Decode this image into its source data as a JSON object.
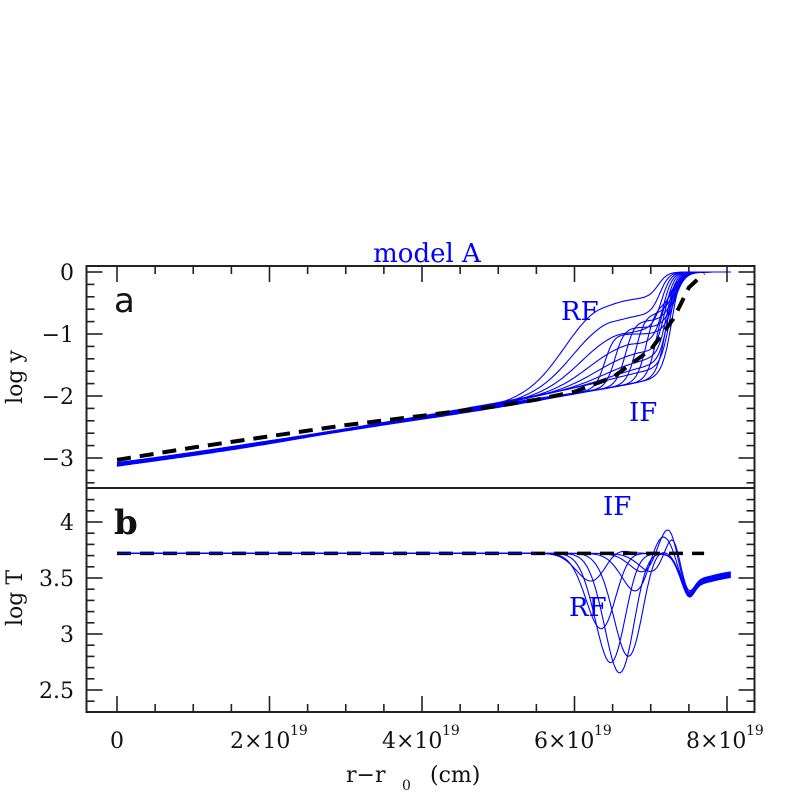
{
  "chart_data": [
    {
      "panel": "a",
      "type": "line",
      "title": "model A",
      "xlabel": "r-r0 (cm)",
      "ylabel": "log y",
      "panel_label": "a",
      "xlim": [
        -2e+18,
        8.4e+19
      ],
      "ylim": [
        -3.55,
        0.05
      ],
      "xticks": [
        0,
        2e+19,
        4e+19,
        6e+19,
        8e+19
      ],
      "xtick_labels": [
        "0",
        "2×10^19",
        "4×10^19",
        "6×10^19",
        "8×10^19"
      ],
      "yticks": [
        0,
        -1,
        -2,
        -3
      ],
      "ytick_labels": [
        "0",
        "−1",
        "−2",
        "−3"
      ],
      "annotations": [
        {
          "text": "RF",
          "x": 6.2e+19,
          "y": -0.6
        },
        {
          "text": "IF",
          "x": 6.7e+19,
          "y": -2.25
        }
      ],
      "series": [
        {
          "name": "time snapshots (blue)",
          "style": "solid",
          "color": "#0000ff",
          "count": 8,
          "description": "Ionization/recombination front profiles; log y rises from about -3.1/-2.95 at r-r0=0 to ~0 at r-r0≈7.4e19; fronts located between 6.3e19 and 7.4e19"
        },
        {
          "name": "initial/equilibrium (dashed)",
          "style": "dashed",
          "color": "#000000",
          "x": [
            0,
            1e+19,
            2e+19,
            3e+19,
            4e+19,
            5e+19,
            5.5e+19,
            6e+19,
            6.5e+19,
            7e+19,
            7.3e+19,
            7.5e+19,
            7.7e+19
          ],
          "y": [
            -3.03,
            -2.83,
            -2.65,
            -2.47,
            -2.32,
            -2.16,
            -2.06,
            -1.93,
            -1.7,
            -1.25,
            -0.75,
            -0.25,
            -0.02
          ]
        }
      ]
    },
    {
      "panel": "b",
      "type": "line",
      "xlabel": "r-r0 (cm)",
      "ylabel": "log T",
      "panel_label": "b",
      "xlim": [
        -2e+18,
        8.4e+19
      ],
      "ylim": [
        2.3,
        4.3
      ],
      "xticks": [
        0,
        2e+19,
        4e+19,
        6e+19,
        8e+19
      ],
      "xtick_labels": [
        "0",
        "2×10^19",
        "4×10^19",
        "6×10^19",
        "8×10^19"
      ],
      "yticks": [
        4,
        3.5,
        3,
        2.5
      ],
      "ytick_labels": [
        "4",
        "3.5",
        "3",
        "2.5"
      ],
      "annotations": [
        {
          "text": "IF",
          "x": 6.6e+19,
          "y": 4.15
        },
        {
          "text": "RF",
          "x": 6.2e+19,
          "y": 3.28
        }
      ],
      "series": [
        {
          "name": "time snapshots (blue)",
          "style": "solid",
          "color": "#0000ff",
          "count": 8,
          "description": "log T flat at ~3.72 until ~5.5e19; peaks up to ~4.1 at IF and dips down to ~2.45 at RF around 6.5e19-7.3e19; settles ~3.4-3.5 at 8e19"
        },
        {
          "name": "initial/equilibrium (dashed)",
          "style": "dashed",
          "color": "#000000",
          "x": [
            0,
            7.7e+19
          ],
          "y": [
            3.72,
            3.72
          ]
        }
      ]
    }
  ],
  "figure": {
    "title": "model A",
    "title_color": "#0000ff",
    "line_color": "#0000ff",
    "dash_color": "#000000",
    "panel_a_label": "a",
    "panel_b_label": "b",
    "ylabel_a": "log y",
    "ylabel_b": "log T",
    "xlabel_main": "r−r",
    "xlabel_sub": "0",
    "xlabel_unit": "(cm)",
    "annot_rf_a": "RF",
    "annot_if_a": "IF",
    "annot_if_b": "IF",
    "annot_rf_b": "RF",
    "ytick_a": [
      "0",
      "−1",
      "−2",
      "−3"
    ],
    "ytick_b": [
      "4",
      "3.5",
      "3",
      "2.5"
    ],
    "xtick_mant": [
      "0",
      "2×10",
      "4×10",
      "6×10",
      "8×10"
    ],
    "xtick_exp": [
      "",
      "19",
      "19",
      "19",
      "19"
    ]
  }
}
